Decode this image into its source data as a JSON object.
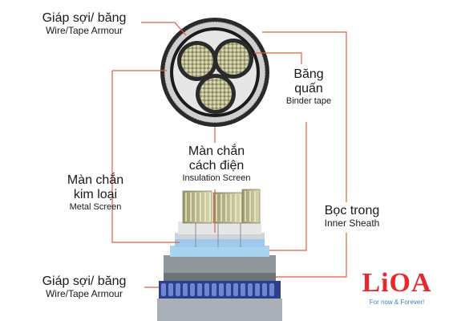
{
  "labels": {
    "armour_top": {
      "vi": "Giáp sợi/ băng",
      "en": "Wire/Tape Armour"
    },
    "binder_tape": {
      "vi_1": "Băng",
      "vi_2": "quấn",
      "en": "Binder tape"
    },
    "insulation_screen": {
      "vi_1": "Màn chắn",
      "vi_2": "cách điện",
      "en": "Insulation Screen"
    },
    "metal_screen": {
      "vi_1": "Màn chắn",
      "vi_2": "kim loại",
      "en": "Metal Screen"
    },
    "inner_sheath": {
      "vi": "Bọc trong",
      "en": "Inner Sheath"
    },
    "armour_bottom": {
      "vi": "Giáp sợi/ băng",
      "en": "Wire/Tape Armour"
    }
  },
  "logo": {
    "name": "LiOA",
    "tagline": "For now & Forever!"
  },
  "colors": {
    "leader_line": "#e0603a",
    "logo_red": "#e8282e",
    "logo_blue": "#3b7fc0"
  }
}
